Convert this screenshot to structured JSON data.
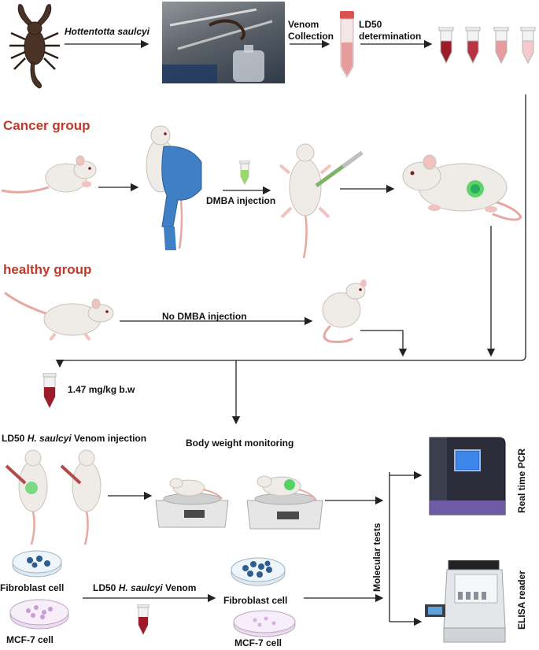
{
  "top": {
    "species_name": "Hottentotta saulcyi",
    "venom_collection": [
      "Venom",
      "Collection"
    ],
    "ld50_determination": [
      "LD50",
      "determination"
    ]
  },
  "groups": {
    "cancer": "Cancer group",
    "healthy": "healthy group"
  },
  "cancer_flow": {
    "dmba_injection": "DMBA injection"
  },
  "healthy_flow": {
    "no_dmba": "No DMBA injection"
  },
  "treatment": {
    "dose": "1.47 mg/kg b.w",
    "venom_injection_prefix": "LD50 ",
    "venom_injection_species": "H. saulcyi",
    "venom_injection_suffix": " Venom injection",
    "body_weight": "Body weight monitoring"
  },
  "cells": {
    "fibroblast_left": "Fibroblast cell",
    "mcf7_left": "MCF-7 cell",
    "venom_prefix": "LD50 ",
    "venom_species": "H. saulcyi",
    "venom_suffix": " Venom",
    "fibroblast_right": "Fibroblast cell",
    "mcf7_right": "MCF-7 cell"
  },
  "molecular": {
    "tests": "Molecular tests",
    "pcr": "Real time PCR",
    "elisa": "ELISA reader"
  },
  "colors": {
    "accent_red": "#c0392b",
    "rat_body": "#efece8",
    "tail": "#e8a7a0",
    "glove_blue": "#3f7fc4",
    "tumor_green": "#2ecc40",
    "venom_tube_red": "#9b1b2a"
  },
  "icons": {
    "scorpion": "scorpion-icon",
    "venom_photo": "venom-extraction-photo",
    "tube": "falcon-tube-icon",
    "rat": "rat-icon",
    "scale": "balance-scale-icon",
    "petri": "petri-dish-icon",
    "pcr": "pcr-machine-icon",
    "elisa": "elisa-reader-icon"
  }
}
